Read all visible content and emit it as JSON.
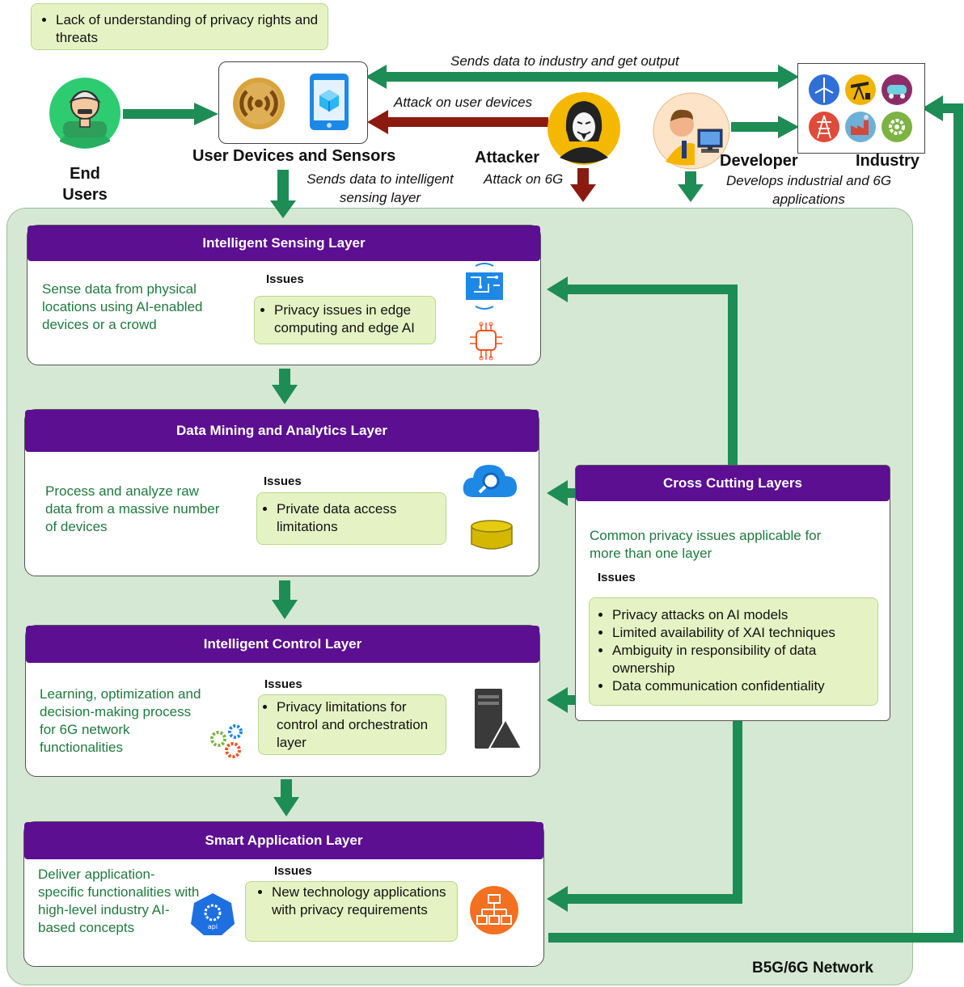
{
  "top_note": {
    "text": "Lack of understanding of privacy rights and threats"
  },
  "actors": {
    "end_users": "End Users",
    "user_devices": "User Devices and Sensors",
    "attacker": "Attacker",
    "developer": "Developer",
    "industry": "Industry"
  },
  "flows": {
    "sends_to_industry": "Sends data to industry and get output",
    "attack_user_devices": "Attack on user devices",
    "sends_to_sensing": "Sends data to intelligent sensing layer",
    "attack_6g": "Attack on 6G",
    "develops_apps": "Develops industrial and 6G applications"
  },
  "network_label": "B5G/6G Network",
  "layers": {
    "sensing": {
      "title": "Intelligent Sensing Layer",
      "description": "Sense data from physical locations using AI-enabled devices or a crowd",
      "issues_label": "Issues",
      "issues": [
        "Privacy issues in edge computing and edge AI"
      ]
    },
    "mining": {
      "title": "Data Mining and Analytics Layer",
      "description": "Process and analyze raw data from a massive number of devices",
      "issues_label": "Issues",
      "issues": [
        "Private data access limitations"
      ]
    },
    "control": {
      "title": "Intelligent Control Layer",
      "description": "Learning, optimization and decision-making process for 6G network functionalities",
      "issues_label": "Issues",
      "issues": [
        "Privacy limitations for control and orchestration layer"
      ]
    },
    "application": {
      "title": "Smart Application Layer",
      "description": "Deliver application-specific functionalities with  high-level industry AI-based concepts",
      "issues_label": "Issues",
      "issues": [
        "New technology applications with privacy requirements"
      ]
    },
    "cross": {
      "title": "Cross Cutting Layers",
      "description": "Common privacy issues applicable for more than one layer",
      "issues_label": "Issues",
      "issues": [
        "Privacy attacks on AI models",
        "Limited availability of XAI techniques",
        "Ambiguity in responsibility of data ownership",
        "Data communication confidentiality"
      ]
    }
  },
  "colors": {
    "green": "#1e8c55",
    "purple": "#5c0f91",
    "darkred": "#8b1a10",
    "note": "#e5f3c4",
    "network": "#d5e8d4"
  }
}
